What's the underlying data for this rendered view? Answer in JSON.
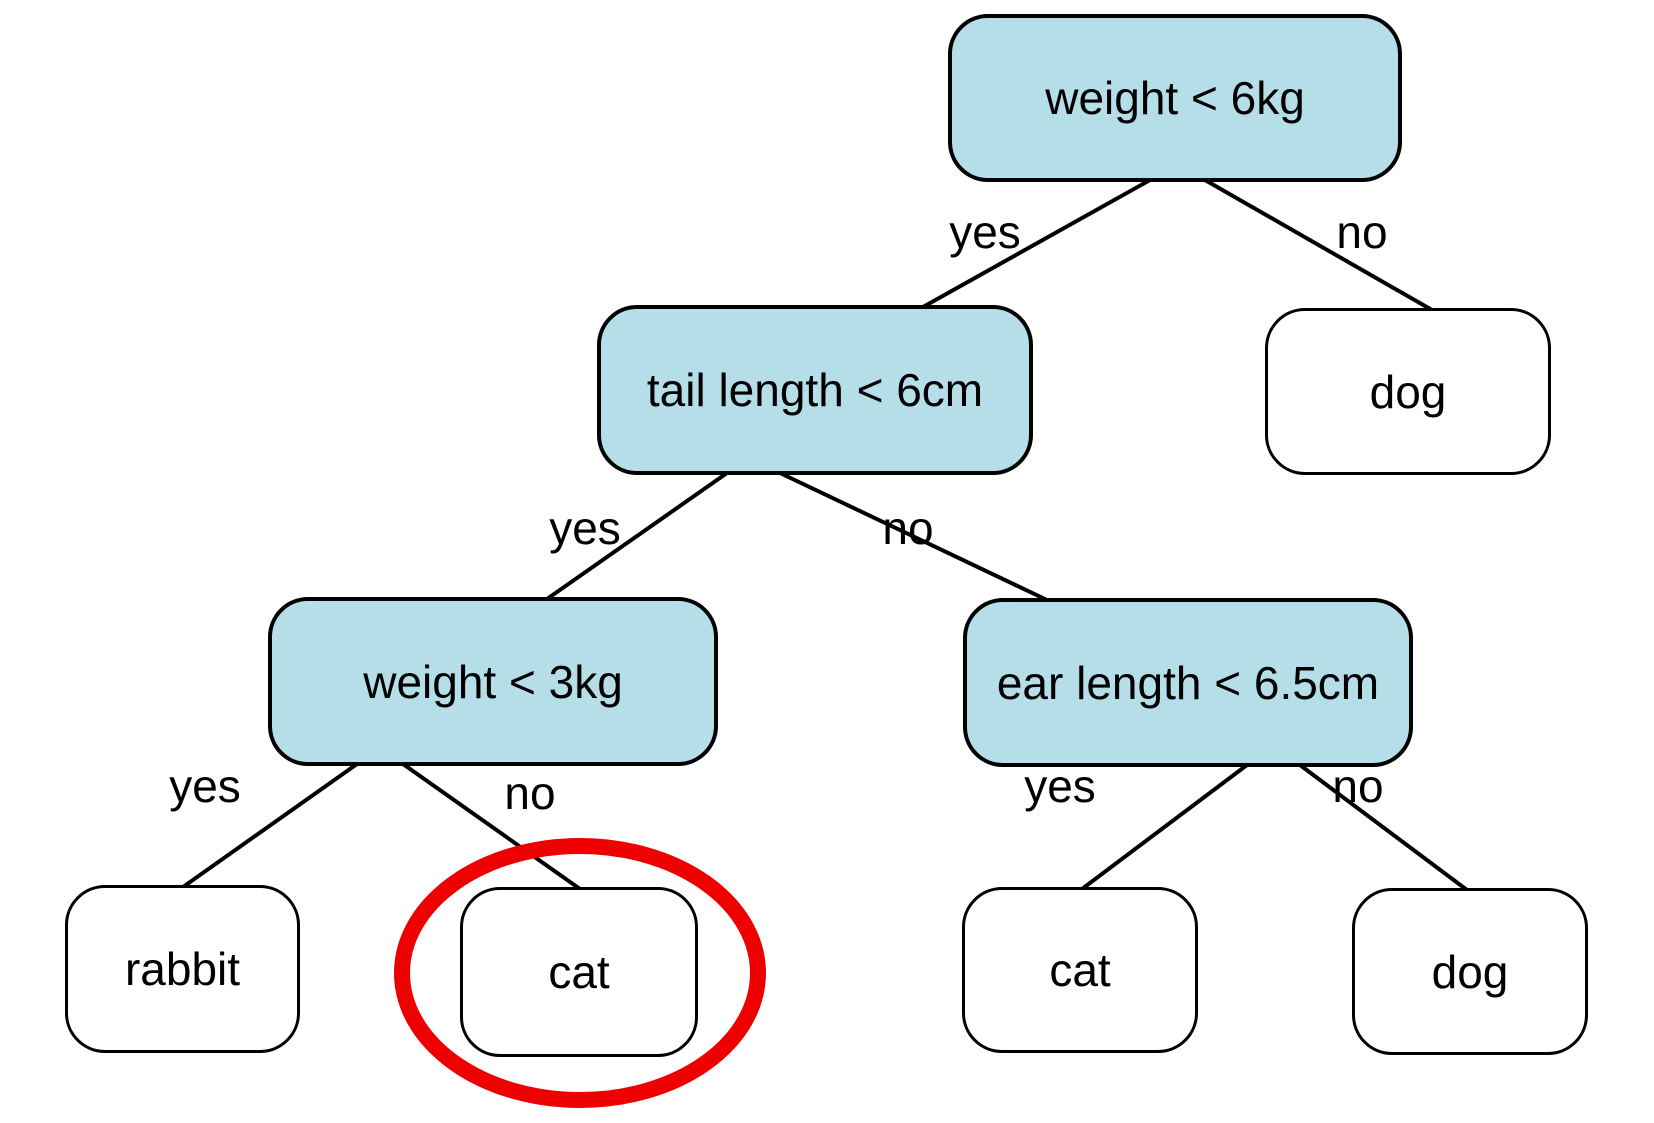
{
  "diagram": {
    "type": "decision-tree",
    "colors": {
      "decision_fill": "#b5dee9",
      "leaf_fill": "#ffffff",
      "outline": "#000000",
      "text": "#000000",
      "highlight_ring": "#ee0000"
    },
    "nodes": {
      "root": {
        "label": "weight < 6kg",
        "kind": "decision"
      },
      "tail_length": {
        "label": "tail length < 6cm",
        "kind": "decision"
      },
      "dog_top": {
        "label": "dog",
        "kind": "leaf"
      },
      "weight_3kg": {
        "label": "weight < 3kg",
        "kind": "decision"
      },
      "ear_length": {
        "label": "ear length < 6.5cm",
        "kind": "decision"
      },
      "rabbit": {
        "label": "rabbit",
        "kind": "leaf"
      },
      "cat_circled": {
        "label": "cat",
        "kind": "leaf",
        "highlighted": true
      },
      "cat_right": {
        "label": "cat",
        "kind": "leaf"
      },
      "dog_bottom": {
        "label": "dog",
        "kind": "leaf"
      }
    },
    "edges": {
      "root_to_tail_length": {
        "label": "yes"
      },
      "root_to_dog_top": {
        "label": "no"
      },
      "tail_length_to_weight_3kg": {
        "label": "yes"
      },
      "tail_length_to_ear_length": {
        "label": "no"
      },
      "weight_3kg_to_rabbit": {
        "label": "yes"
      },
      "weight_3kg_to_cat": {
        "label": "no"
      },
      "ear_length_to_cat": {
        "label": "yes"
      },
      "ear_length_to_dog": {
        "label": "no"
      }
    }
  }
}
